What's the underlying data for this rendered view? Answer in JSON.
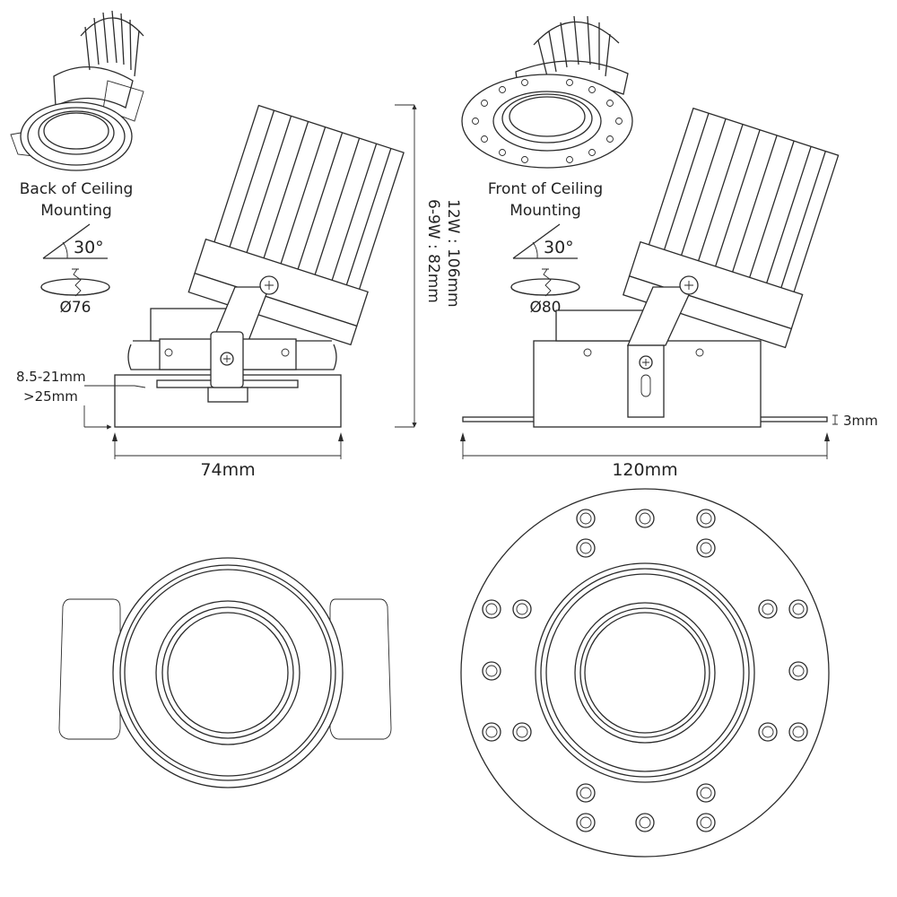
{
  "labels": {
    "back_title_1": "Back of Ceiling",
    "back_title_2": "Mounting",
    "front_title_1": "Front of Ceiling",
    "front_title_2": "Mounting",
    "tilt_back": "30°",
    "tilt_front": "30°",
    "cutout_back": "Ø76",
    "cutout_front": "Ø80",
    "ceiling_range": "8.5-21mm",
    "ceiling_min": ">25mm",
    "height_small": "6-9W : 82mm",
    "height_large": "12W : 106mm",
    "width_back": "74mm",
    "width_front": "120mm",
    "flange_thickness": "3mm"
  },
  "colors": {
    "line": "#2b2b2b",
    "background": "#ffffff"
  }
}
